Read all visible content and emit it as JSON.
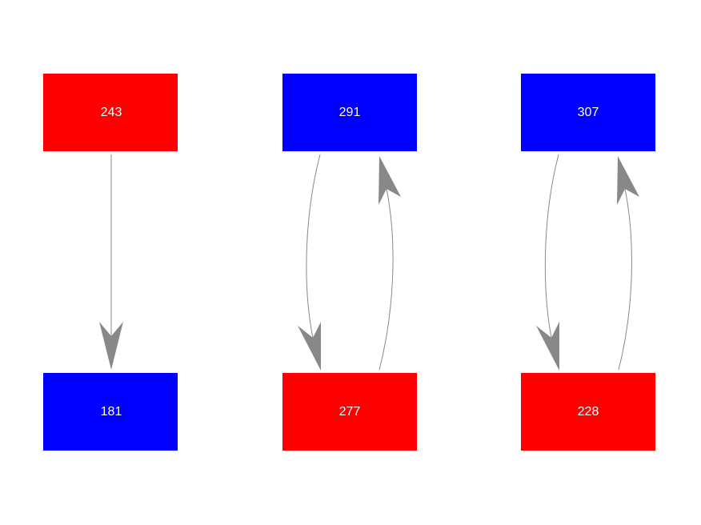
{
  "colors": {
    "red": "#ff0000",
    "blue": "#0000ff",
    "edge": "#888888",
    "label": "#ffffff"
  },
  "nodes": [
    {
      "id": "n243",
      "label": "243",
      "color": "red"
    },
    {
      "id": "n181",
      "label": "181",
      "color": "blue"
    },
    {
      "id": "n291",
      "label": "291",
      "color": "blue"
    },
    {
      "id": "n277",
      "label": "277",
      "color": "red"
    },
    {
      "id": "n307",
      "label": "307",
      "color": "blue"
    },
    {
      "id": "n228",
      "label": "228",
      "color": "red"
    }
  ],
  "edges": [
    {
      "from": "243",
      "to": "181"
    },
    {
      "from": "291",
      "to": "277"
    },
    {
      "from": "277",
      "to": "291"
    },
    {
      "from": "307",
      "to": "228"
    },
    {
      "from": "228",
      "to": "307"
    }
  ]
}
